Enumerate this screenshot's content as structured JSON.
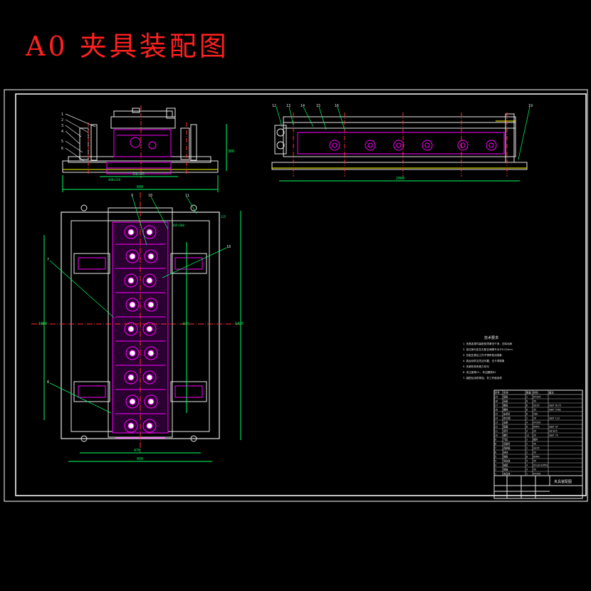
{
  "title": "A0 夹具装配图",
  "colors": {
    "background": "#000000",
    "title": "#ff2020",
    "frame": "#ffffff",
    "outline": "#e8e8e8",
    "part": "#ff00ff",
    "centerline": "#ff3030",
    "dimension": "#00ff66",
    "leader": "#00ff66",
    "bolt": "#ffff00"
  },
  "front_view": {
    "leaders": [
      "1",
      "2",
      "3",
      "4",
      "5",
      "6"
    ],
    "dims": {
      "width": "600",
      "height": "300",
      "inner": "320×285",
      "base": "400×120"
    }
  },
  "side_view": {
    "leaders": [
      "12",
      "13",
      "14",
      "15",
      "16",
      "19"
    ],
    "dims": {
      "length": "2000"
    }
  },
  "top_view": {
    "leaders": [
      "7",
      "8",
      "9",
      "10",
      "11",
      "18"
    ],
    "dims": {
      "width_outer": "950",
      "width_inner": "470",
      "length_total": "1420",
      "length_inner": "1060",
      "length_mid": "1026",
      "pitch": "125",
      "note": "105×200"
    }
  },
  "tech_notes": {
    "heading": "技术要求",
    "items": [
      "1. 夹具各零件装配前须清洗干净，去除毛刺",
      "2. 定位销与定位孔配合间隙不大于0.02mm",
      "3. 压板压紧后工件不得有松动现象",
      "4. 各运动件应灵活可靠，无卡滞现象",
      "5. 夹紧机构夹紧力均匀",
      "6. 未注倒角C1，未注圆角R2",
      "7. 装配后涂防锈油，非工作面涂漆"
    ]
  },
  "bom": {
    "rows": [
      [
        "19",
        "底板",
        "1",
        "HT200",
        ""
      ],
      [
        "18",
        "压板",
        "8",
        "45",
        ""
      ],
      [
        "17",
        "螺母",
        "8",
        "Q235",
        "GB/T 6170"
      ],
      [
        "16",
        "螺栓",
        "8",
        "35",
        "GB/T 5782"
      ],
      [
        "15",
        "支承钉",
        "6",
        "T8A",
        ""
      ],
      [
        "14",
        "定位销",
        "2",
        "20",
        "GB/T 119"
      ],
      [
        "13",
        "支座",
        "4",
        "HT200",
        ""
      ],
      [
        "12",
        "垫圈",
        "8",
        "65Mn",
        "GB/T 97"
      ],
      [
        "11",
        "吊环",
        "4",
        "20",
        "GB 825"
      ],
      [
        "10",
        "螺钉",
        "12",
        "35",
        "GB/T 70"
      ],
      [
        "9",
        "气缸",
        "2",
        "组件",
        ""
      ],
      [
        "8",
        "活塞杆",
        "2",
        "45",
        ""
      ],
      [
        "7",
        "连接板",
        "2",
        "Q235",
        ""
      ],
      [
        "6",
        "挡块",
        "2",
        "45",
        ""
      ],
      [
        "5",
        "弹簧",
        "8",
        "65Mn",
        ""
      ],
      [
        "4",
        "导向柱",
        "4",
        "45",
        ""
      ],
      [
        "3",
        "轴套",
        "4",
        "ZCuSn10Pb1",
        ""
      ],
      [
        "2",
        "销轴",
        "4",
        "45",
        ""
      ],
      [
        "1",
        "夹具体",
        "1",
        "HT200",
        ""
      ]
    ],
    "header": [
      "序号",
      "名称",
      "数量",
      "材料",
      "备注"
    ],
    "title_block": "夹具装配图"
  }
}
